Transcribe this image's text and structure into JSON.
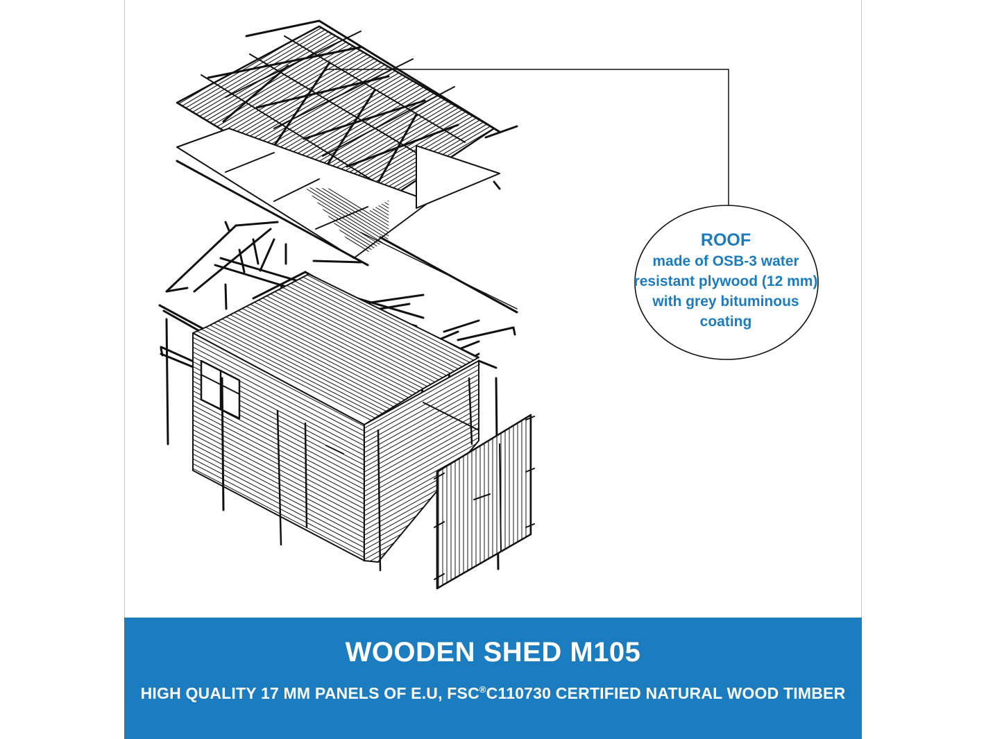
{
  "callout": {
    "title": "ROOF",
    "lines": [
      "made of OSB-3 water",
      "resistant plywood (12 mm)",
      "with grey bituminous",
      "coating"
    ]
  },
  "banner": {
    "title": "WOODEN SHED M105",
    "subtitle_pre": "HIGH QUALITY 17 MM PANELS OF E.U, FSC",
    "subtitle_mark": "®",
    "subtitle_post": "C110730 CERTIFIED NATURAL WOOD TIMBER"
  },
  "colors": {
    "accent": "#1b7cc0",
    "callout_text": "#1b7bbf",
    "line_art": "#111111"
  }
}
